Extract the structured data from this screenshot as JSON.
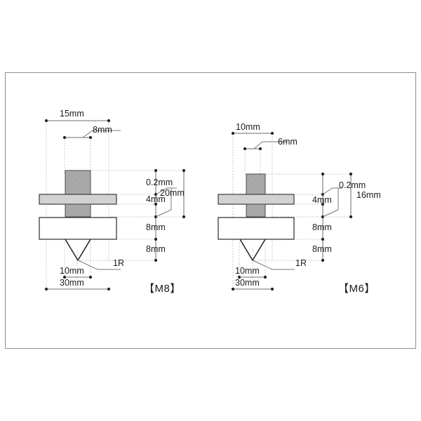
{
  "figure": {
    "title": "Mechanical part dimension drawing",
    "border_color": "#8e8e8e",
    "background": "#ffffff",
    "line_color": "#3a3a3a",
    "dim_line_color": "#6e6e6e",
    "extension_line_color": "#b4b4b4",
    "stem_fill": "#a9a9a9",
    "flange_fill": "#d2d2d2",
    "base_fill": "#ffffff"
  },
  "views": [
    {
      "id": "m8",
      "label": "【M8】",
      "dimensions": {
        "top_width": "15mm",
        "stem_width": "8mm",
        "gap": "0.2mm",
        "flange_thickness": "4mm",
        "overall_height": "20mm",
        "base_thickness": "8mm",
        "notch_depth": "8mm",
        "notch_width": "10mm",
        "base_width": "30mm",
        "radius": "1R"
      }
    },
    {
      "id": "m6",
      "label": "【M6】",
      "dimensions": {
        "top_width": "10mm",
        "stem_width": "6mm",
        "gap": "0.2mm",
        "flange_thickness": "4mm",
        "overall_height": "16mm",
        "base_thickness": "8mm",
        "notch_depth": "8mm",
        "notch_width": "10mm",
        "base_width": "30mm",
        "radius": "1R"
      }
    }
  ]
}
